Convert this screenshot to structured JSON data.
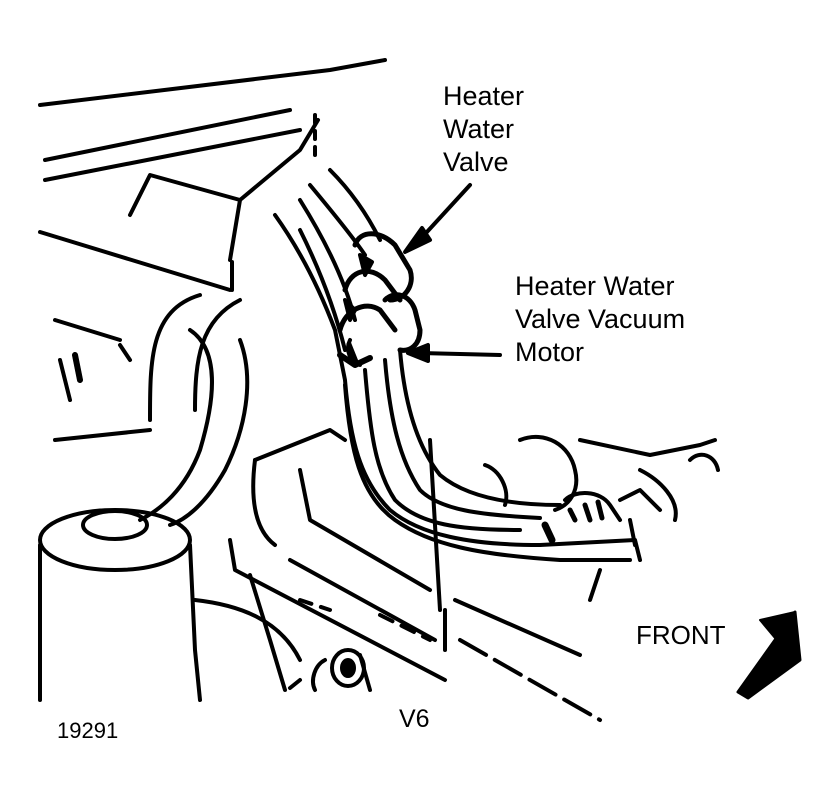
{
  "labels": {
    "heater_water_valve": [
      "Heater",
      "Water",
      "Valve"
    ],
    "heater_water_valve_vacuum_motor": [
      "Heater Water",
      "Valve Vacuum",
      "Motor"
    ],
    "front": "FRONT",
    "engine": "V6",
    "figure_number": "19291"
  },
  "colors": {
    "ink": "#000000",
    "paper": "#ffffff"
  }
}
